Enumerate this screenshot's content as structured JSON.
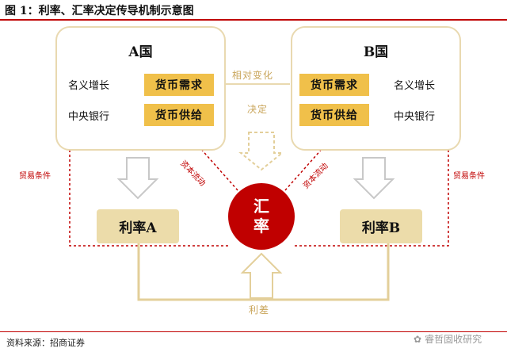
{
  "figure_title": "图 1：利率、汇率决定传导机制示意图",
  "country_a": {
    "title": "A国",
    "nominal_growth": "名义增长",
    "central_bank": "中央银行",
    "demand": "货币需求",
    "supply": "货币供给"
  },
  "country_b": {
    "title": "B国",
    "nominal_growth": "名义增长",
    "central_bank": "中央银行",
    "demand": "货币需求",
    "supply": "货币供给"
  },
  "middle": {
    "relative_change": "相对变化",
    "decides": "决定"
  },
  "rate_a": "利率A",
  "rate_b": "利率B",
  "fx": {
    "line1": "汇",
    "line2": "率"
  },
  "capital_flow_left": "资本流动",
  "capital_flow_right": "资本流动",
  "trade_left": "贸易条件",
  "trade_right": "贸易条件",
  "rate_spread": "利差",
  "source": "资料来源：招商证券",
  "watermark": "睿哲固收研究",
  "colors": {
    "red": "#c00000",
    "gold": "#f0c04a",
    "beige": "#ecdcaa",
    "border": "#e9d9b0"
  }
}
